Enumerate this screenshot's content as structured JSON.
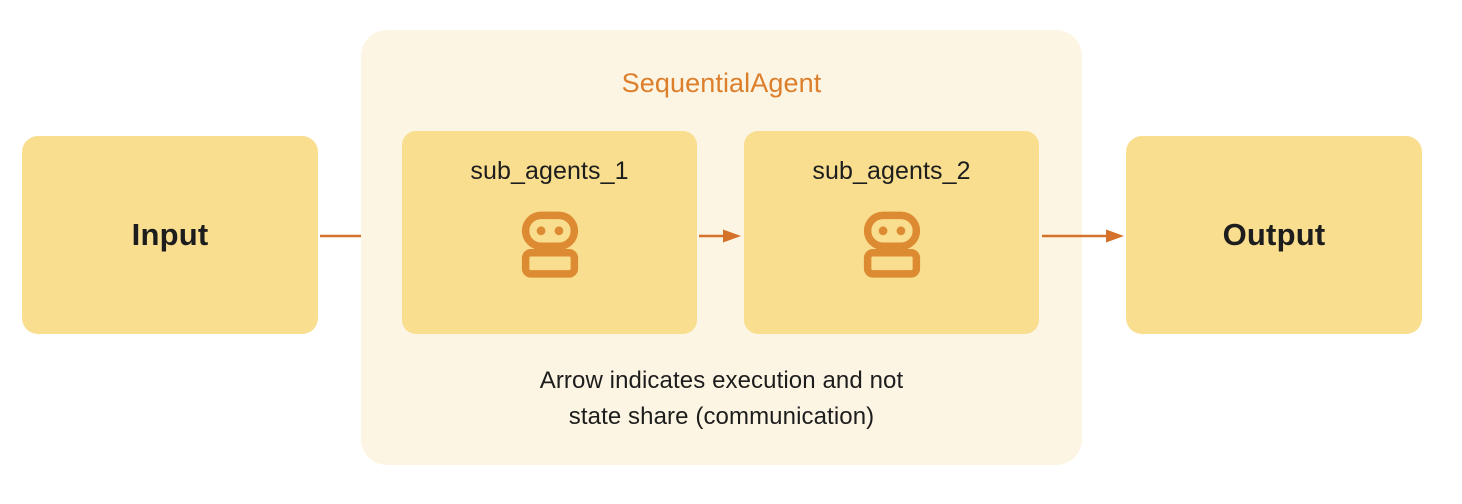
{
  "diagram": {
    "title": "SequentialAgent",
    "accent_color": "#DC7F2C",
    "node_fill_color": "#F8DE8E",
    "container_fill_color": "#FDF5E3",
    "text_color": "#1D1D1D",
    "background_color": "#FFFFFF"
  },
  "nodes": {
    "input": {
      "label": "Input",
      "icon": "none"
    },
    "output": {
      "label": "Output",
      "icon": "none"
    },
    "sub_agents": [
      {
        "label": "sub_agents_1",
        "icon": "robot-icon"
      },
      {
        "label": "sub_agents_2",
        "icon": "robot-icon"
      }
    ]
  },
  "arrows": [
    {
      "name": "input-to-sub_agents_1",
      "icon": "arrow-right-icon",
      "color": "#D4712A"
    },
    {
      "name": "sub_agents_1-to-sub_agents_2",
      "icon": "arrow-right-icon",
      "color": "#D4712A"
    },
    {
      "name": "sub_agents_2-to-output",
      "icon": "arrow-right-icon",
      "color": "#D4712A"
    }
  ],
  "caption": {
    "line1": "Arrow indicates execution and not",
    "line2": "state share (communication)"
  }
}
